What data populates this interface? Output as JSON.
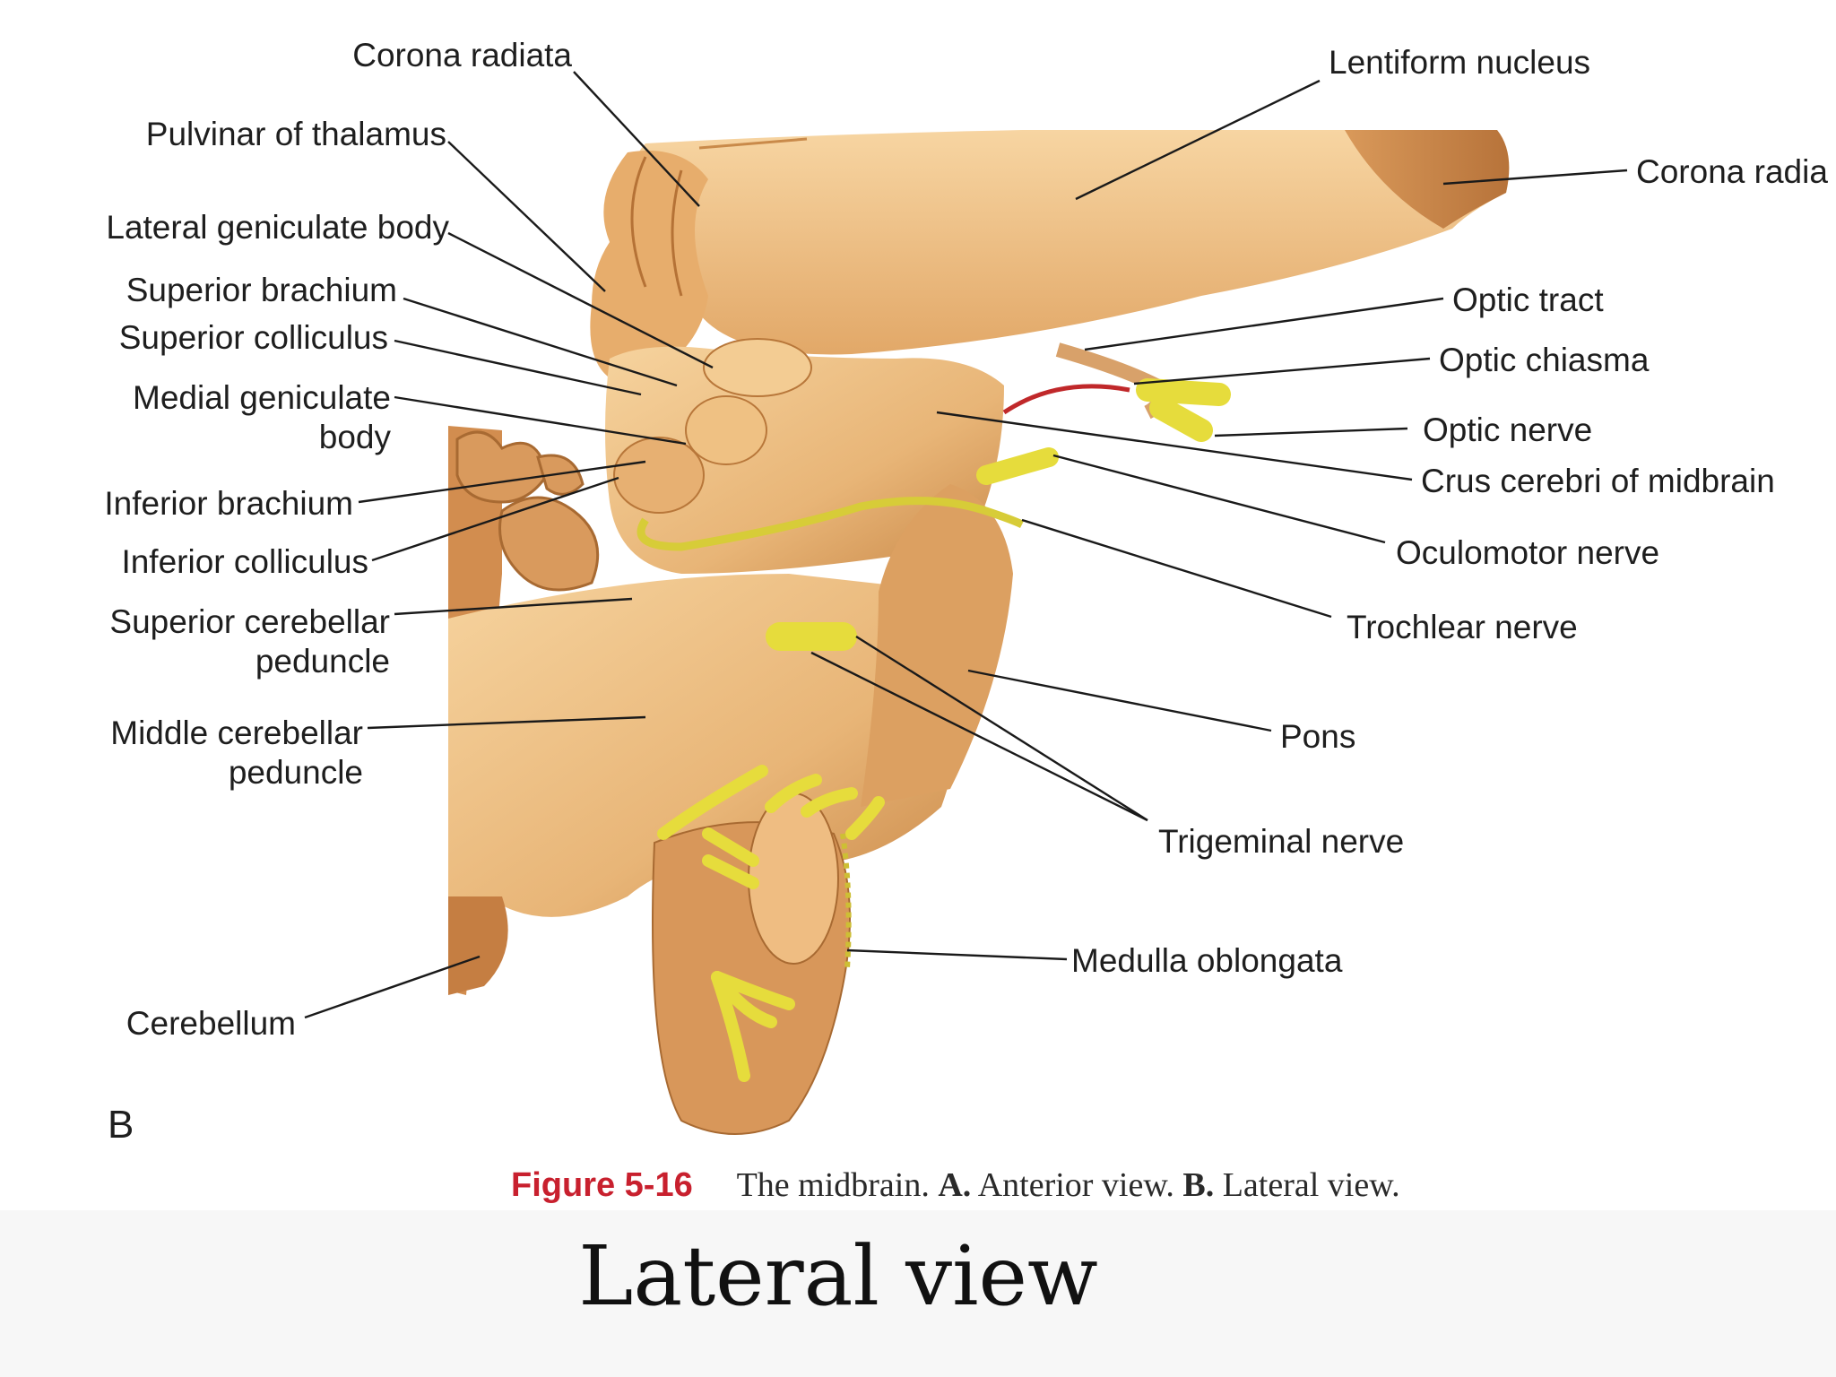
{
  "labels": {
    "corona_radiata_top": "Corona radiata",
    "pulvinar_of_thalamus": "Pulvinar of thalamus",
    "lateral_geniculate_body": "Lateral geniculate body",
    "superior_brachium": "Superior brachium",
    "superior_colliculus": "Superior colliculus",
    "medial_geniculate_body_1": "Medial geniculate",
    "medial_geniculate_body_2": "body",
    "inferior_brachium": "Inferior brachium",
    "inferior_colliculus": "Inferior colliculus",
    "superior_cerebellar_peduncle_1": "Superior cerebellar",
    "superior_cerebellar_peduncle_2": "peduncle",
    "middle_cerebellar_peduncle_1": "Middle cerebellar",
    "middle_cerebellar_peduncle_2": "peduncle",
    "cerebellum": "Cerebellum",
    "lentiform_nucleus": "Lentiform nucleus",
    "corona_radiata_right": "Corona radia",
    "optic_tract": "Optic tract",
    "optic_chiasma": "Optic chiasma",
    "optic_nerve": "Optic nerve",
    "crus_cerebri": "Crus cerebri of midbrain",
    "oculomotor_nerve": "Oculomotor nerve",
    "trochlear_nerve": "Trochlear nerve",
    "pons": "Pons",
    "trigeminal_nerve": "Trigeminal nerve",
    "medulla_oblongata": "Medulla oblongata"
  },
  "figure_letter": "B",
  "caption": {
    "figure_number": "Figure 5-16",
    "text_1": "The midbrain.",
    "a_label": "A.",
    "text_2": "Anterior view.",
    "b_label": "B.",
    "text_3": "Lateral view."
  },
  "slide_title": "Lateral view",
  "colors": {
    "tissue_light": "#f3c990",
    "tissue_mid": "#e0a466",
    "tissue_dark": "#b8733a",
    "nerve_yellow": "#e6dc3c",
    "artery_red": "#c0282a",
    "caption_red": "#c8202e",
    "leader_line": "#1a1a1a"
  }
}
